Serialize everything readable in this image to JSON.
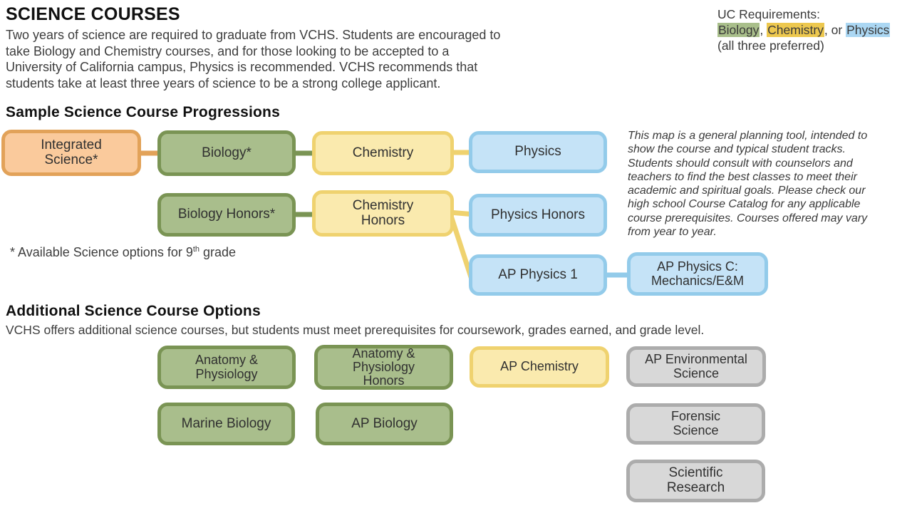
{
  "header": {
    "title": "SCIENCE COURSES",
    "intro": "Two years of science are required to graduate from VCHS. Students are encouraged to\ntake Biology and Chemistry courses, and for those looking to be accepted to a\nUniversity of California campus, Physics is recommended. VCHS recommends that\nstudents take at least three years of science to be a strong college applicant."
  },
  "uc_requirements": {
    "label": "UC Requirements:",
    "biology": "Biology",
    "sep_1": ", ",
    "chemistry": "Chemistry",
    "sep_2": ", or ",
    "physics": "Physics",
    "note": "(all three preferred)",
    "highlight_colors": {
      "biology": "#A9BF8B",
      "chemistry": "#EDC84F",
      "physics": "#ABD7F3"
    }
  },
  "progressions": {
    "heading": "Sample Science Course Progressions",
    "courses": {
      "integrated_science": "Integrated\nScience*",
      "biology": "Biology*",
      "chemistry": "Chemistry",
      "physics": "Physics",
      "biology_honors": "Biology Honors*",
      "chemistry_honors": "Chemistry\nHonors",
      "physics_honors": "Physics Honors",
      "ap_physics_1": "AP Physics 1",
      "ap_physics_c": "AP Physics C:\nMechanics/E&M"
    },
    "footnote": {
      "prefix": "* Available Science options for 9",
      "superscript": "th",
      "suffix": " grade"
    },
    "disclaimer": "This map is a general planning tool, intended to\nshow the course and typical student tracks.\nStudents should consult with counselors and\nteachers to find the best classes to meet their\nacademic and spiritual goals. Please check our\nhigh school Course Catalog for any applicable\ncourse prerequisites. Courses offered may vary\nfrom year to year."
  },
  "additional": {
    "heading": "Additional Science Course Options",
    "subtext": "VCHS offers additional science courses, but students must meet prerequisites for coursework, grades earned, and grade level.",
    "courses": {
      "anatomy_physiology": "Anatomy &\nPhysiology",
      "anatomy_physiology_honors": "Anatomy &\nPhysiology\nHonors",
      "ap_chemistry": "AP Chemistry",
      "ap_environmental_science": "AP Environmental\nScience",
      "marine_biology": "Marine Biology",
      "ap_biology": "AP Biology",
      "forensic_science": "Forensic\nScience",
      "scientific_research": "Scientific\nResearch"
    }
  },
  "palette": {
    "orange_fill": "#FACA9C",
    "orange_border": "#E2A259",
    "green_fill": "#A9BE8C",
    "green_border": "#7A9454",
    "yellow_fill": "#FAEAAE",
    "yellow_border": "#EFD26F",
    "blue_fill": "#C5E3F7",
    "blue_border": "#93CBEA",
    "gray_fill": "#D8D8D8",
    "gray_border": "#ACACAC"
  }
}
